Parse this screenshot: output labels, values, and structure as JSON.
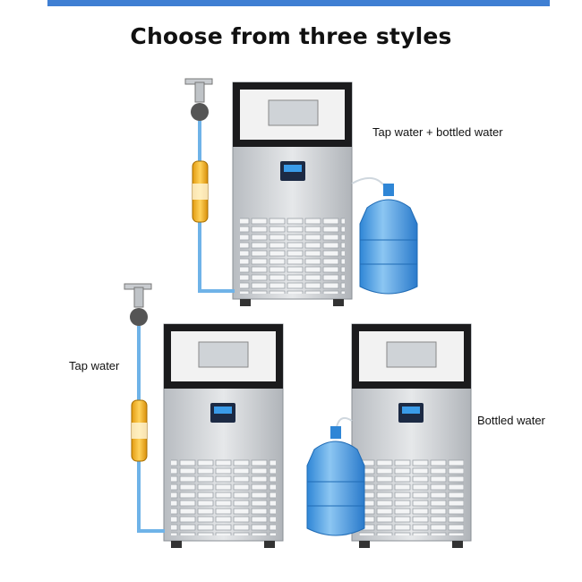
{
  "title": "Choose from three styles",
  "labels": {
    "tap_and_bottled": "Tap water + bottled water",
    "tap": "Tap water",
    "bottled": "Bottled water"
  },
  "colors": {
    "accent_bar": "#3f7fd3",
    "water_pipe": "#6fb3e8",
    "filter": "#f2b21c",
    "bottle": "#4a9be0",
    "machine_body": "#c9ccd0",
    "display": "#1c2a44"
  }
}
